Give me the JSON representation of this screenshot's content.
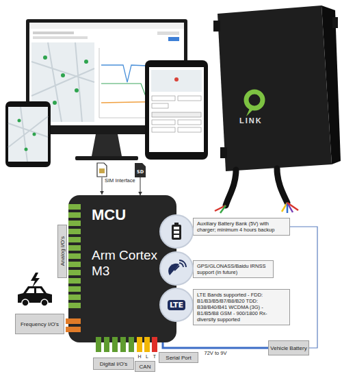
{
  "diagram": {
    "nodes": [
      {
        "text": [
          "MCU",
          "Arm Cortex M3"
        ]
      },
      {
        "text": [
          "LTE"
        ],
        "in": 0
      },
      {
        "text": [
          "SD"
        ]
      },
      {
        "text": [
          "Auxiliary Battery Bank (5V) with charger; minimum 4 hours backup"
        ]
      },
      {
        "text": [
          "GPS/GLONASS/Baidu IRNSS support (in future)"
        ]
      },
      {
        "text": [
          "LTE Bands supported - FDD: B1/B3/B5/B7/B8/B20 TDD: B38/B40/B41 WCDMA (3G) - B1/B5/B8 GSM - 900/1800 Rx-diversity supported"
        ]
      },
      {
        "text": [
          "Analog I/O's"
        ]
      },
      {
        "text": [
          "Frequency I/O's"
        ]
      },
      {
        "text": [
          "Digital I/O's"
        ]
      },
      {
        "text": [
          "CAN"
        ]
      },
      {
        "text": [
          "Serial Port"
        ]
      },
      {
        "text": [
          "Vehicle Battery"
        ]
      }
    ],
    "edges": [
      {
        "from": 0,
        "to": 11,
        "arrow": "none",
        "label": "72V to 9V"
      },
      {
        "from": 11,
        "to": 3,
        "arrow": "none"
      },
      {
        "from": 2,
        "to": 0,
        "arrow": "to"
      }
    ],
    "labels": [
      "SIM Interface",
      "H",
      "L",
      "T",
      "LINK"
    ]
  }
}
